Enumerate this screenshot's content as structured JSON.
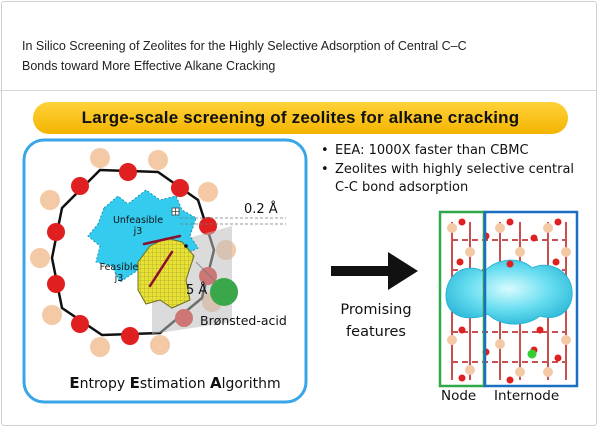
{
  "paper": {
    "title_line1": "In Silico Screening of Zeolites for the Highly Selective Adsorption of Central C–C",
    "title_line2": "Bonds toward More Effective Alkane Cracking"
  },
  "banner": {
    "text": "Large-scale screening of zeolites for alkane cracking"
  },
  "left_panel": {
    "unfeasible_label_1": "Unfeasible",
    "unfeasible_label_2": "j3",
    "feasible_label_1": "Feasible",
    "feasible_label_2": "j3",
    "dist_small": "0.2 Å",
    "dist_large": "5 Å",
    "acid_label": "Brønsted-acid",
    "algorithm": {
      "w1_initial": "E",
      "w1_rest": "ntropy",
      "w2_initial": "E",
      "w2_rest": "stimation",
      "w3_initial": "A",
      "w3_rest": "lgorithm"
    }
  },
  "bullets": [
    {
      "marker": "•",
      "text": "EEA: 1000X faster than CBMC"
    },
    {
      "marker": "•",
      "text": "Zeolites with highly selective central C-C bond adsorption"
    }
  ],
  "promising": {
    "line1": "Promising",
    "line2": "features"
  },
  "right_panel": {
    "node_label": "Node",
    "internode_label": "Internode"
  },
  "colors": {
    "banner": "#f4b400",
    "frame_blue": "#3aa6e8",
    "oxygen": "#e02020",
    "silicon": "#f3c9a6",
    "feasible": "#e9e234",
    "unfeasible": "#33ccee",
    "acid": "#3aa84a",
    "node_box": "#2ea84a",
    "internode_box": "#1a6fc0"
  }
}
